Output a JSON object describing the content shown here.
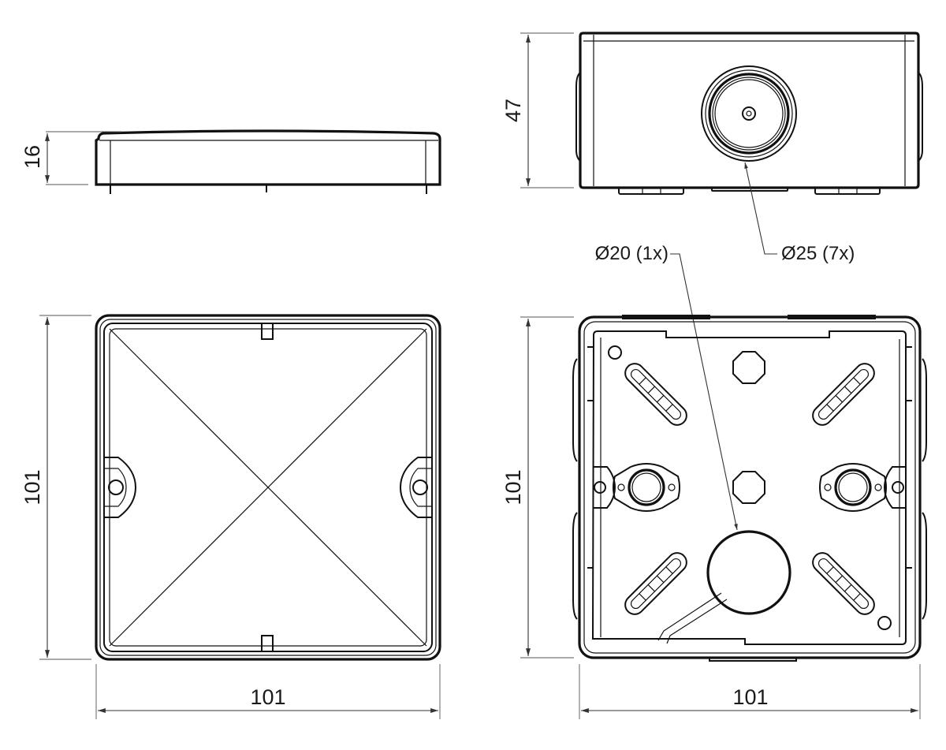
{
  "dimensions": {
    "lid_height": "16",
    "box_height": "47",
    "lid_side": "101",
    "lid_width": "101",
    "box_side": "101",
    "box_width": "101"
  },
  "callouts": {
    "small_hole": "Ø20 (1x)",
    "large_holes": "Ø25 (7x)"
  }
}
